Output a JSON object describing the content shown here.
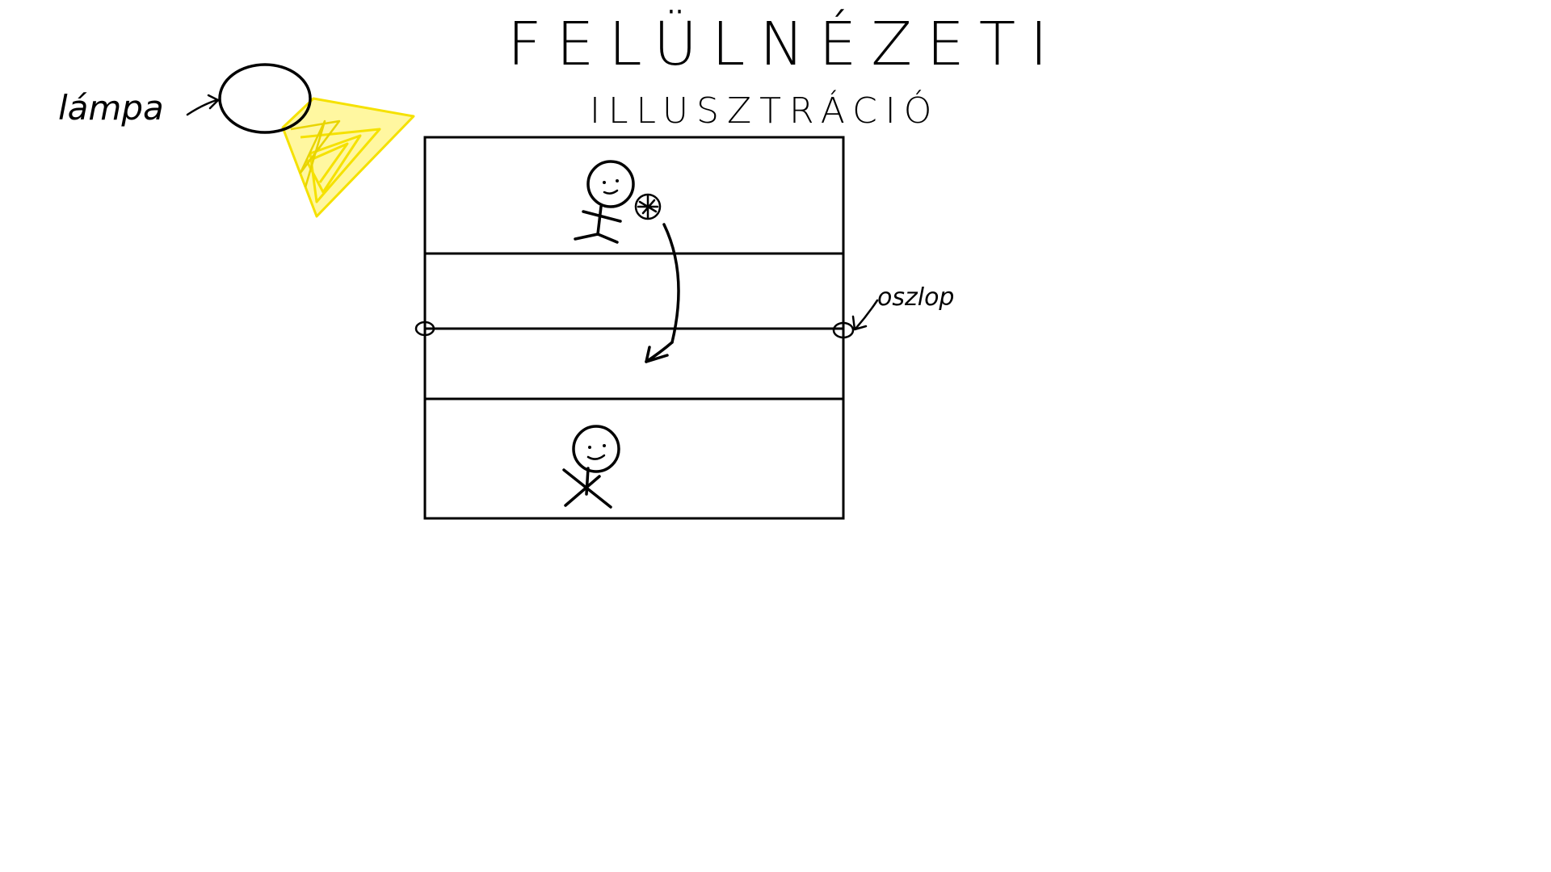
{
  "title": "FELÜLNÉZETI",
  "subtitle": "ILLUSZTRÁCIÓ",
  "labels": {
    "lamp": "lámpa",
    "pole": "oszlop"
  },
  "colors": {
    "ink": "#000000",
    "light_beam": "#f5e100",
    "background": "#ffffff"
  },
  "icons": {
    "lamp": "lamp-icon",
    "ball": "ball-icon",
    "players": "stick-figure-icon",
    "poles": "pole-icon",
    "pass_arrow": "curved-arrow-icon"
  }
}
